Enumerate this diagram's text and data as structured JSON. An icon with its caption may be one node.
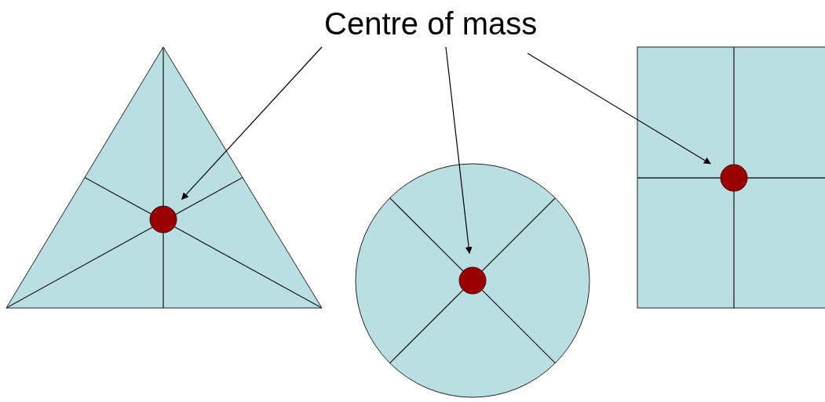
{
  "diagram": {
    "nodes": [
      {
        "text": [
          "Centre of mass"
        ]
      },
      {
        "text": [],
        "shape": "triangle"
      },
      {
        "text": [],
        "shape": "circle",
        "in": 1
      },
      {
        "text": [],
        "shape": "circle"
      },
      {
        "text": [],
        "shape": "circle",
        "in": 3
      },
      {
        "text": [],
        "shape": "box"
      },
      {
        "text": [],
        "shape": "circle",
        "in": 5
      }
    ],
    "edges": [
      {
        "from": 0,
        "to": 2,
        "arrow": "to"
      },
      {
        "from": 0,
        "to": 4,
        "arrow": "to"
      },
      {
        "from": 0,
        "to": 6,
        "arrow": "to"
      }
    ]
  }
}
